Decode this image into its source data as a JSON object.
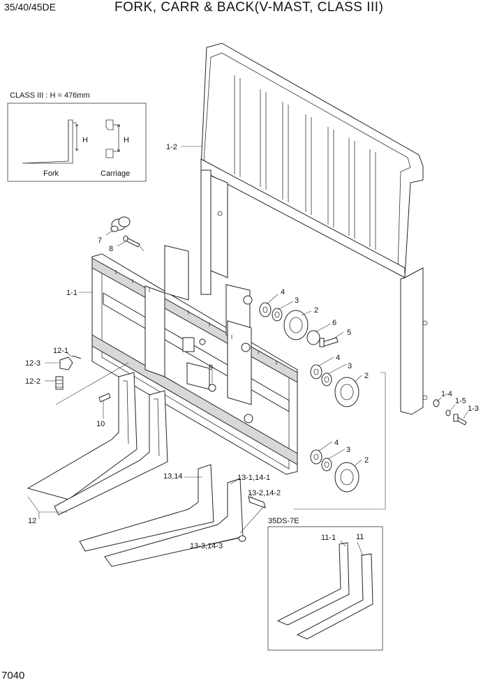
{
  "header": {
    "model": "35/40/45DE",
    "title": "FORK, CARR & BACK(V-MAST, CLASS III)"
  },
  "page_number": "7040",
  "inset_class": {
    "title": "CLASS III : H = 476mm",
    "fork_label": "Fork",
    "carriage_label": "Carriage",
    "h_label": "H"
  },
  "inset_variant": {
    "title": "35DS-7E"
  },
  "callouts": {
    "c1_2": "1-2",
    "c1_1": "1-1",
    "c7": "7",
    "c8": "8",
    "c4a": "4",
    "c3a": "3",
    "c2a": "2",
    "c6": "6",
    "c5": "5",
    "c4b": "4",
    "c3b": "3",
    "c2b": "2",
    "c4c": "4",
    "c3c": "3",
    "c2c": "2",
    "c9": "9",
    "c10": "10",
    "c12_1": "12-1",
    "c12_3": "12-3",
    "c12_2": "12-2",
    "c12": "12",
    "c13_14": "13,14",
    "c13_1": "13-1,14-1",
    "c13_2": "13-2,14-2",
    "c13_3": "13-3,14-3",
    "c1_4": "1-4",
    "c1_5": "1-5",
    "c1_3": "1-3",
    "c11_1": "11-1",
    "c11": "11"
  }
}
